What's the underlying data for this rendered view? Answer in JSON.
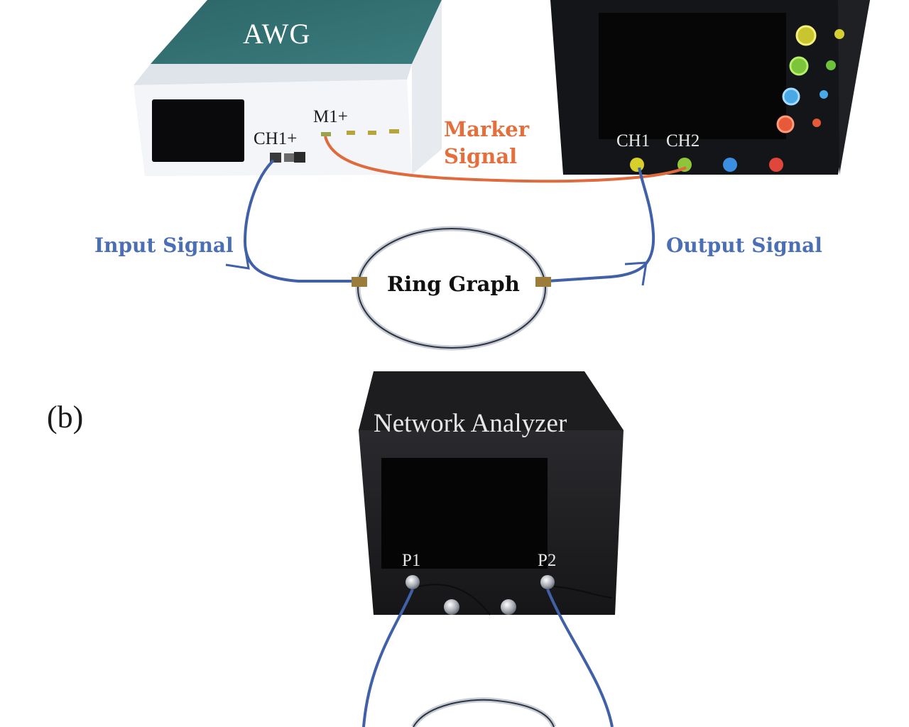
{
  "awg": {
    "title": "AWG",
    "ch1_port": "CH1+",
    "marker_port": "M1+"
  },
  "marker_signal": "Marker Signal",
  "oscilloscope": {
    "ch1": "CH1",
    "ch2": "CH2"
  },
  "signals": {
    "input": "Input Signal",
    "output": "Output Signal"
  },
  "ring_graph": "Ring Graph",
  "panel_b": {
    "label": "(b)"
  },
  "network_analyzer": {
    "title": "Network Analyzer",
    "port1": "P1",
    "port2": "P2"
  },
  "colors": {
    "awg_top": "#2f6a6c",
    "awg_body": "#f2f4f7",
    "scope_body": "#141518",
    "screen": "#0a0a0c",
    "cable_blue": "#4060a8",
    "cable_orange": "#e06a3c",
    "marker_text": "#e46f3d",
    "signal_text": "#4b6fb5"
  },
  "icons": [
    "connector-icon",
    "knob-icon",
    "arrow-icon"
  ]
}
